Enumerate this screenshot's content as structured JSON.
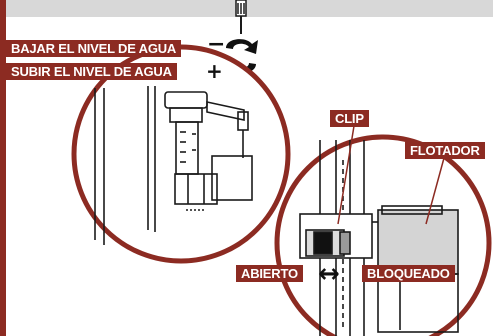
{
  "labels": {
    "bajar": "BAJAR EL NIVEL DE AGUA",
    "subir": "SUBIR EL NIVEL DE AGUA",
    "clip": "CLIP",
    "flotador": "FLOTADOR",
    "abierto": "ABIERTO",
    "bloqueado": "BLOQUEADO"
  },
  "symbols": {
    "minus": "−",
    "plus": "+",
    "double_arrow": "↔"
  },
  "colors": {
    "accent": "#8c2b22",
    "line": "#1a1a1a",
    "topbar": "#d8d8d8"
  }
}
